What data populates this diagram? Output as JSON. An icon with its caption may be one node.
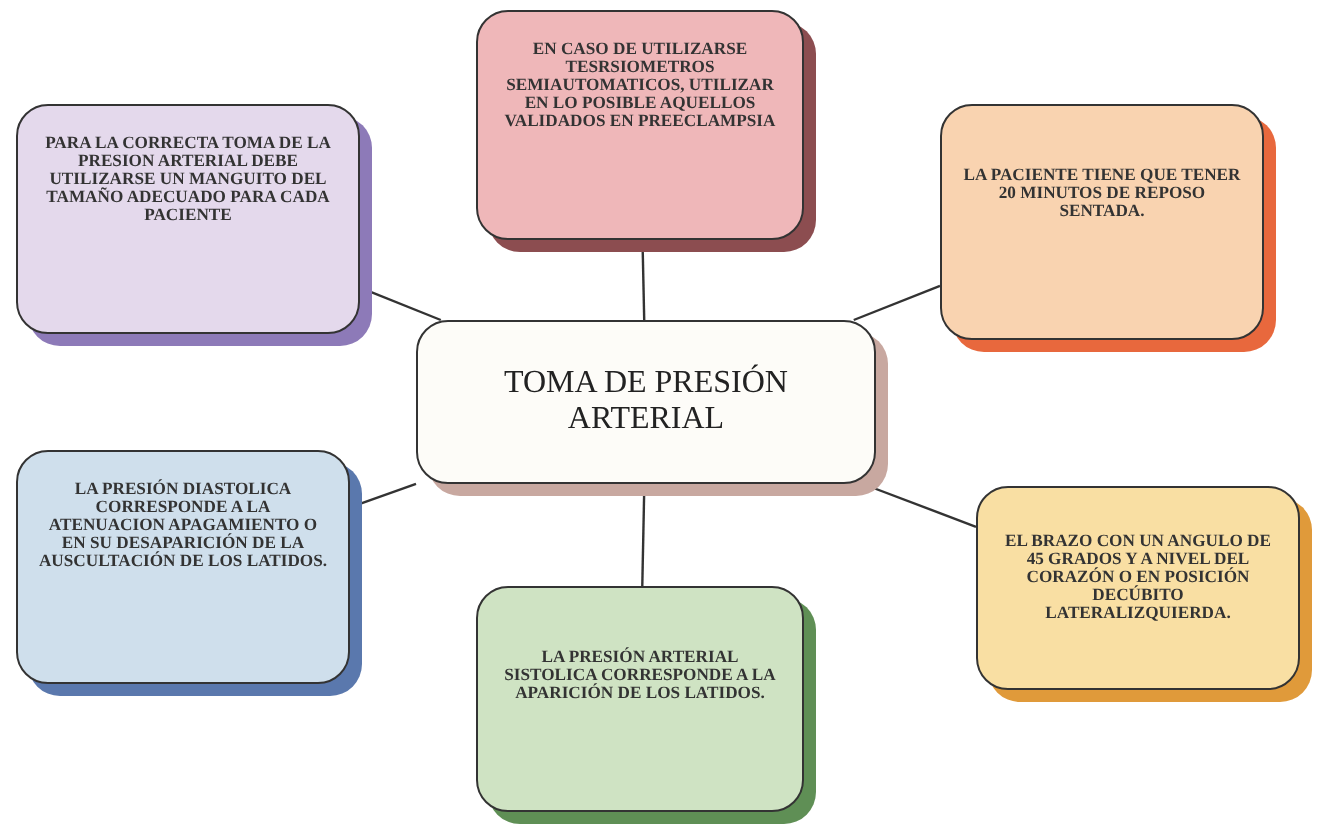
{
  "diagram": {
    "nodes": [
      {
        "text": [
          "PARA LA CORRECTA TOMA DE LA PRESION ARTERIAL DEBE UTILIZARSE UN MANGUITO DEL TAMAÑO ADECUADO PARA CADA PACIENTE"
        ]
      },
      {
        "text": [
          "EN CASO DE UTILIZARSE TESRSIOMETROS SEMIAUTOMATICOS, UTILIZAR EN LO POSIBLE AQUELLOS VALIDADOS EN PREECLAMPSIA"
        ]
      },
      {
        "text": [
          "LA PACIENTE TIENE QUE TENER 20 MINUTOS DE REPOSO SENTADA."
        ]
      },
      {
        "text": [
          "TOMA DE PRESIÓN ARTERIAL"
        ]
      },
      {
        "text": [
          "LA PRESIÓN DIASTOLICA CORRESPONDE A LA ATENUACION APAGAMIENTO O EN SU DESAPARICIÓN DE LA AUSCULTACIÓN DE LOS LATIDOS."
        ]
      },
      {
        "text": [
          "EL BRAZO CON UN ANGULO DE 45 GRADOS Y A NIVEL DEL CORAZÓN O EN POSICIÓN DECÚBITO LATERALIZQUIERDA."
        ]
      },
      {
        "text": [
          "LA PRESIÓN ARTERIAL SISTOLICA CORRESPONDE A LA APARICIÓN DE LOS LATIDOS."
        ]
      }
    ],
    "edges": [
      {
        "from": 3,
        "to": 0,
        "arrow": "none"
      },
      {
        "from": 3,
        "to": 1,
        "arrow": "none"
      },
      {
        "from": 3,
        "to": 2,
        "arrow": "none"
      },
      {
        "from": 3,
        "to": 4,
        "arrow": "none"
      },
      {
        "from": 3,
        "to": 5,
        "arrow": "none"
      },
      {
        "from": 3,
        "to": 6,
        "arrow": "none"
      }
    ]
  }
}
